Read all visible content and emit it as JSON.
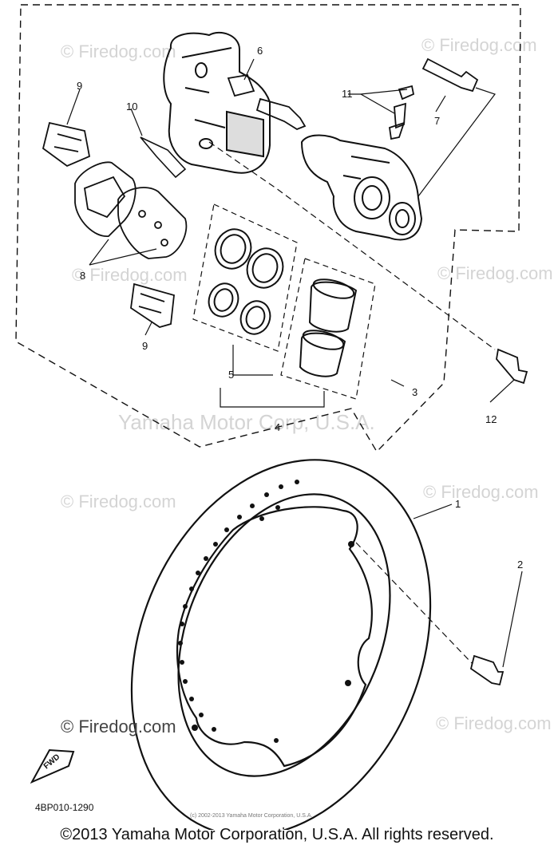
{
  "diagram": {
    "callouts": {
      "c1": "1",
      "c2": "2",
      "c3": "3",
      "c4": "4",
      "c5": "5",
      "c6": "6",
      "c7": "7",
      "c8": "8",
      "c9a": "9",
      "c9b": "9",
      "c10": "10",
      "c11": "11",
      "c12": "12"
    },
    "fwd_label": "FWD",
    "drawing_code": "4BP010-1290",
    "watermarks": {
      "firedog": "© Firedog.com",
      "yamaha": "Yamaha Motor Corp, U.S.A.",
      "tiny": "(c) 2002-2013 Yamaha Motor Corporation, U.S.A."
    }
  },
  "footer": {
    "copyright": "©2013 Yamaha Motor Corporation, U.S.A. All rights reserved."
  }
}
